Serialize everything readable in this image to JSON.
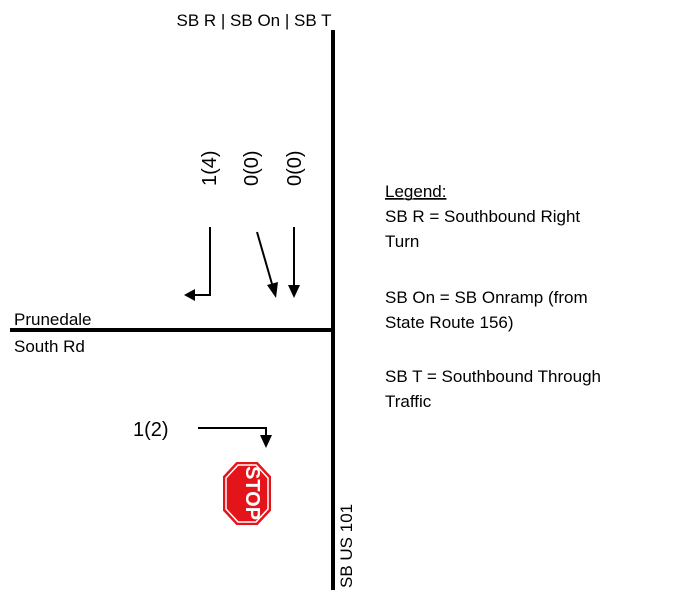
{
  "header": {
    "approach_label": "SB R | SB On | SB T"
  },
  "counts": {
    "sb_r": "1(4)",
    "sb_on": "0(0)",
    "sb_t": "0(0)",
    "side_street": "1(2)"
  },
  "streets": {
    "cross_street_line1": "Prunedale",
    "cross_street_line2": "South Rd",
    "main_street": "SB US 101"
  },
  "stop_sign": {
    "text": "STOP",
    "color": "#e3151b"
  },
  "legend": {
    "title": "Legend:",
    "line1": "SB R = Southbound Right",
    "line2": "Turn",
    "line3": "SB On = SB Onramp (from",
    "line4": "State Route 156)",
    "line5": "SB T = Southbound Through",
    "line6": "Traffic"
  }
}
